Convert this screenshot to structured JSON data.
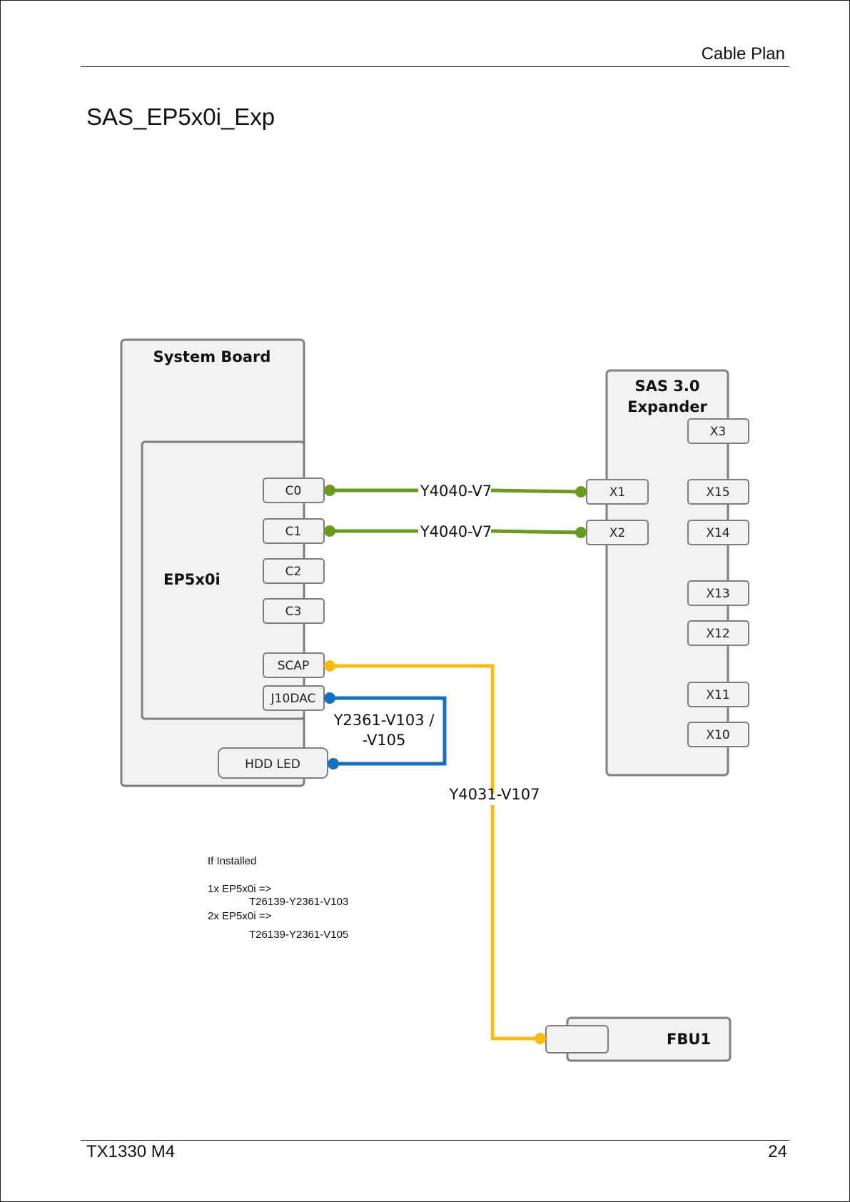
{
  "header": {
    "section": "Cable Plan"
  },
  "title": "SAS_EP5x0i_Exp",
  "footer": {
    "model": "TX1330 M4",
    "page": "24"
  },
  "diagram": {
    "system_board": "System Board",
    "controller": "EP5x0i",
    "controller_ports": [
      "C0",
      "C1",
      "C2",
      "C3"
    ],
    "scap_port": "SCAP",
    "j10dac_port": "J10DAC",
    "hdd_led": "HDD LED",
    "expander_line1": "SAS 3.0",
    "expander_line2": "Expander",
    "expander_ports": [
      "X1",
      "X2",
      "X3",
      "X15",
      "X14",
      "X13",
      "X12",
      "X11",
      "X10"
    ],
    "fbu": "FBU1",
    "cables": {
      "sas1": "Y4040-V7",
      "sas2": "Y4040-V7",
      "led_line1": "Y2361-V103 /",
      "led_line2": "-V105",
      "fbu": "Y4031-V107"
    },
    "colors": {
      "sas": "#6a9a1f",
      "fbu": "#f5bc14",
      "led": "#1670c0",
      "box_fill": "#f2f2f2",
      "box_stroke": "#7f7f7f"
    },
    "note": {
      "heading": "If Installed",
      "line1": "1x EP5x0i  =>",
      "line2": "T26139-Y2361-V103",
      "line3": "2x EP5x0i =>",
      "line4": "T26139-Y2361-V105"
    }
  }
}
